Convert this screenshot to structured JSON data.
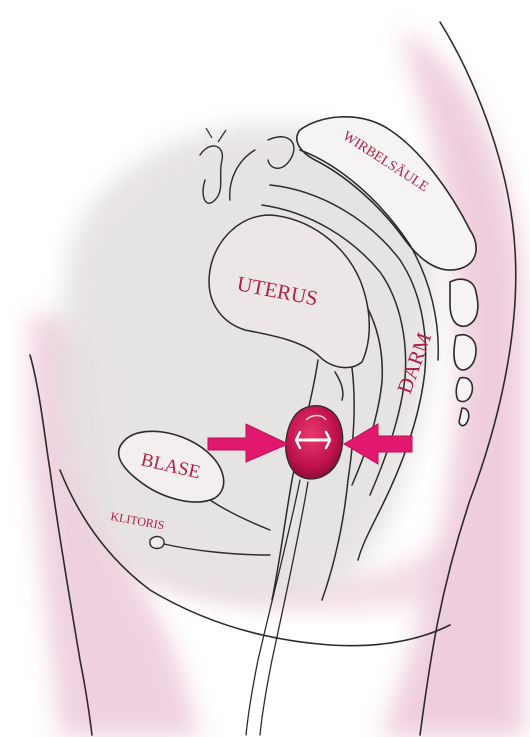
{
  "labels": {
    "wirbelsaeule": "WIRBELSÄULE",
    "uterus": "UTERUS",
    "darm": "DARM",
    "blase": "BLASE",
    "klitoris": "KLITORIS"
  },
  "colors": {
    "label": "#b0204a",
    "line": "#2b2b2b",
    "skin_pink": "#ecc6d8",
    "tissue_gray": "#e4e1e0",
    "arrow": "#e0196e",
    "cup": "#c2134e",
    "cup_highlight": "#ffffff"
  },
  "icons": {
    "arrow_left": "arrow-right-icon",
    "arrow_right": "arrow-left-icon",
    "cup": "menstrual-cup-icon"
  }
}
